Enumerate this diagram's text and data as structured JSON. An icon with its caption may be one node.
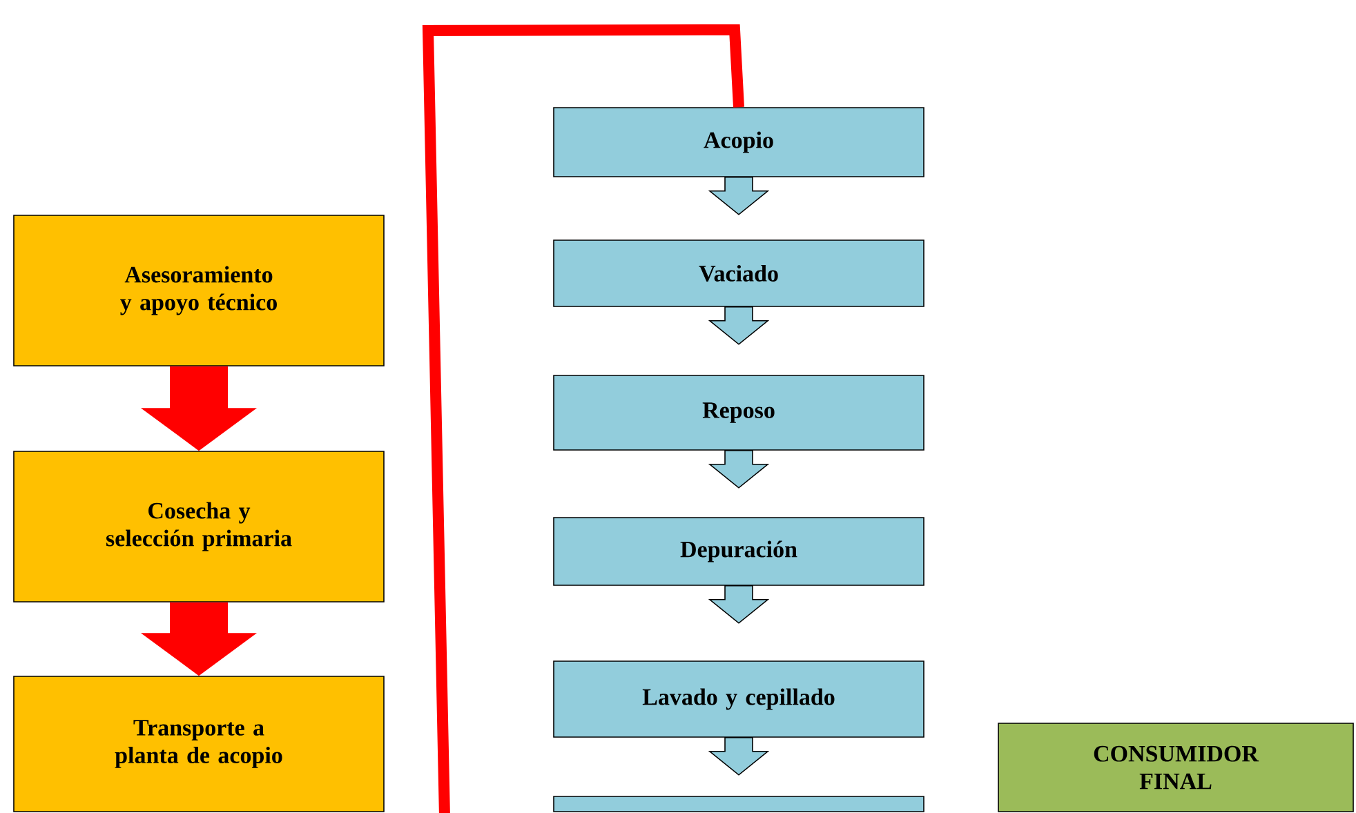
{
  "diagram": {
    "nodes": [
      {
        "text": [
          "Asesoramiento y apoyo técnico"
        ]
      },
      {
        "text": [
          "Cosecha y selección primaria"
        ]
      },
      {
        "text": [
          "Transporte a planta de acopio"
        ]
      },
      {
        "text": [
          "Acopio"
        ]
      },
      {
        "text": [
          "Vaciado"
        ]
      },
      {
        "text": [
          "Reposo"
        ]
      },
      {
        "text": [
          "Depuración"
        ]
      },
      {
        "text": [
          "Lavado y cepillado"
        ]
      },
      {
        "text": [],
        "shape": "box"
      },
      {
        "text": [
          "CONSUMIDOR FINAL"
        ]
      }
    ],
    "edges": [
      {
        "from": 0,
        "to": 1,
        "arrow": "to",
        "style": "thick",
        "color": "#ff0000"
      },
      {
        "from": 1,
        "to": 2,
        "arrow": "to",
        "style": "thick",
        "color": "#ff0000"
      },
      {
        "from": null,
        "to": 3,
        "arrow": "none",
        "color": "#ff0000"
      },
      {
        "from": 3,
        "to": 4,
        "arrow": "to"
      },
      {
        "from": 4,
        "to": 5,
        "arrow": "to"
      },
      {
        "from": 5,
        "to": 6,
        "arrow": "to"
      },
      {
        "from": 6,
        "to": 7,
        "arrow": "to"
      },
      {
        "from": 7,
        "to": 8,
        "arrow": "to"
      }
    ]
  }
}
